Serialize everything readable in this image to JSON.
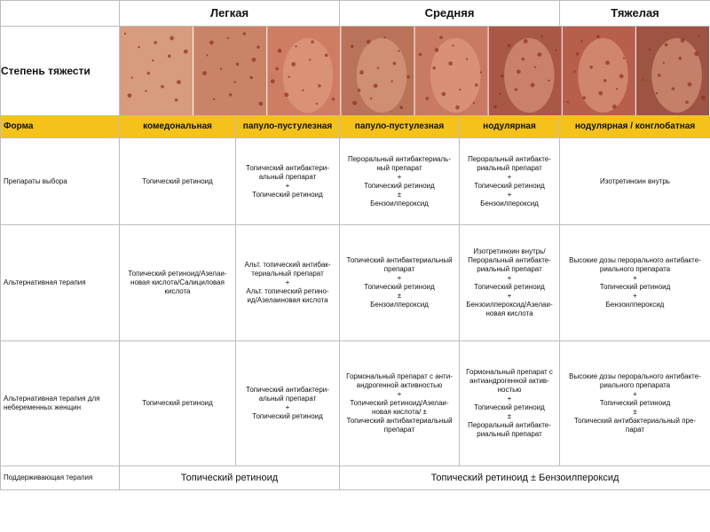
{
  "header": {
    "severity_label": "Степень тяжести",
    "levels": {
      "mild": "Легкая",
      "moderate": "Средняя",
      "severe": "Тяжелая"
    }
  },
  "photos": [
    {
      "icon": "acne-skin-photo-icon",
      "tone": "#d79b7d"
    },
    {
      "icon": "acne-skin-photo-icon",
      "tone": "#c98468"
    },
    {
      "icon": "acne-face-photo-icon",
      "tone": "#cf7d62"
    },
    {
      "icon": "acne-face-photo-icon",
      "tone": "#b9735a"
    },
    {
      "icon": "acne-face-photo-icon",
      "tone": "#c97a63"
    },
    {
      "icon": "acne-face-photo-icon",
      "tone": "#a95846"
    },
    {
      "icon": "acne-face-photo-icon",
      "tone": "#b85f4c"
    },
    {
      "icon": "acne-face-photo-icon",
      "tone": "#9d5443"
    }
  ],
  "form_row": {
    "label": "Форма",
    "cols": [
      "комедональная",
      "папуло-пустулезная",
      "папуло-пустулезная",
      "нодулярная",
      "нодулярная / конглобатная"
    ]
  },
  "rows": {
    "r1": {
      "label": "Препараты выбора",
      "c1": [
        "Топический ретиноид"
      ],
      "c2": [
        "Топический антибактери-",
        "альный препарат",
        "+",
        "Топический ретиноид"
      ],
      "c3": [
        "Пероральный антибактериаль-",
        "ный препарат",
        "+",
        "Топический ретиноид",
        "±",
        "Бензоилпероксид"
      ],
      "c4": [
        "Пероральный антибакте-",
        "риальный препарат",
        "+",
        "Топический ретиноид",
        "+",
        "Бензоилпероксид"
      ],
      "c5": [
        "Изотретиноин внутрь"
      ]
    },
    "r2": {
      "label": "Альтернативная терапия",
      "c1": [
        "Топический ретиноид/Азелаи-",
        "новая кислота/Салициловая",
        "кислота"
      ],
      "c2": [
        "Альт. топический антибак-",
        "териальный препарат",
        "+",
        "Альт. топический ретино-",
        "ид/Азелаиновая кислота"
      ],
      "c3": [
        "Топический антибактериальный",
        "препарат",
        "+",
        "Топический ретиноид",
        "±",
        "Бензоилпероксид"
      ],
      "c4": [
        "Изотретиноин внутрь/",
        "Пероральный антибакте-",
        "риальный препарат",
        "+",
        "Топический ретиноид",
        "+",
        "Бензоилпероксид/Азелаи-",
        "новая кислота"
      ],
      "c5": [
        "Высокие дозы перорального антибакте-",
        "риального препарата",
        "+",
        "Топический ретиноид",
        "+",
        "Бензоилпероксид"
      ]
    },
    "r3": {
      "label": "Альтернативная терапия для небеременных женщин",
      "c1": [
        "Топический ретиноид"
      ],
      "c2": [
        "Топический антибактери-",
        "альный препарат",
        "+",
        "Топический ретиноид"
      ],
      "c3": [
        "Гормональный препарат с анти-",
        "андрогенной активностью",
        "+",
        "Топический ретиноид/Азелаи-",
        "новая кислота/ ±",
        "Топический антибактериальный",
        "препарат"
      ],
      "c4": [
        "Гормональный препарат с",
        "антиандрогенной актив-",
        "ностью",
        "+",
        "Топический ретиноид",
        "±",
        "Пероральный антибакте-",
        "риальный препарат"
      ],
      "c5": [
        "Высокие дозы перорального антибакте-",
        "риального препарата",
        "+",
        "Топический ретиноид",
        "±",
        "Топический антибактериальный пре-",
        "парат"
      ]
    },
    "r4": {
      "label": "Поддерживающая терапия",
      "mild": "Топический ретиноид",
      "rest": "Топический ретиноид ± Бензоилпероксид"
    }
  }
}
